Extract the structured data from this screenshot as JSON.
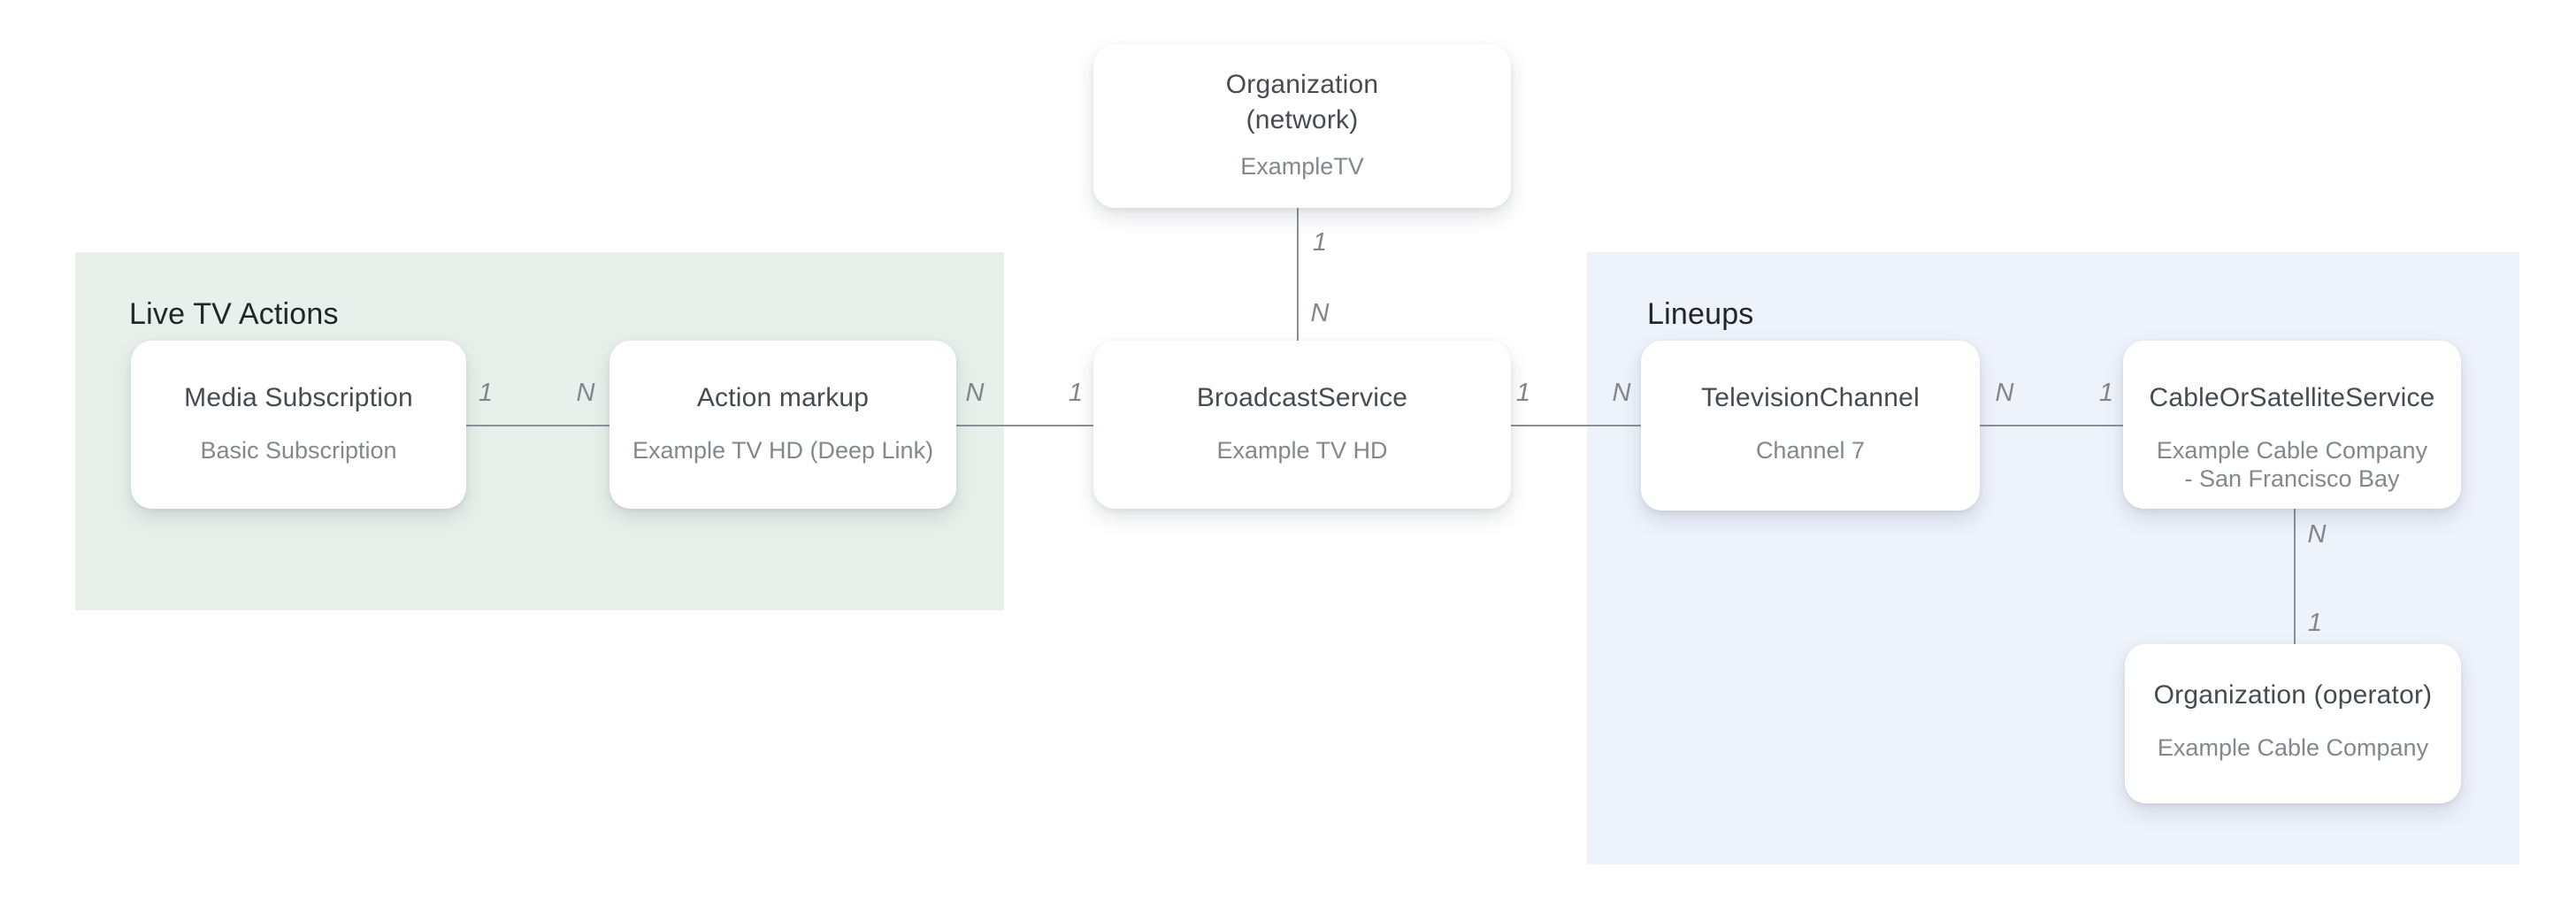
{
  "diagram_type": "entity-relationship",
  "groups": {
    "live_tv_actions": {
      "label": "Live TV Actions"
    },
    "lineups": {
      "label": "Lineups"
    }
  },
  "nodes": {
    "org_network": {
      "title": "Organization (network)",
      "subtitle": "ExampleTV"
    },
    "media_subscription": {
      "title": "Media Subscription",
      "subtitle": "Basic Subscription"
    },
    "action_markup": {
      "title": "Action markup",
      "subtitle": "Example TV HD (Deep Link)"
    },
    "broadcast_service": {
      "title": "BroadcastService",
      "subtitle": "Example TV HD"
    },
    "television_channel": {
      "title": "TelevisionChannel",
      "subtitle": "Channel 7"
    },
    "cable_or_satellite_service": {
      "title": "CableOrSatelliteService",
      "subtitle": "Example Cable Company - San Francisco Bay"
    },
    "org_operator": {
      "title": "Organization (operator)",
      "subtitle": "Example Cable Company"
    }
  },
  "edges": {
    "media_subscription_to_action_markup": {
      "left_label": "1",
      "right_label": "N"
    },
    "action_markup_to_broadcast_service": {
      "left_label": "N",
      "right_label": "1"
    },
    "org_network_to_broadcast_service": {
      "top_label": "1",
      "bottom_label": "N"
    },
    "broadcast_service_to_television_channel": {
      "left_label": "1",
      "right_label": "N"
    },
    "television_channel_to_cable_or_satellite_service": {
      "left_label": "N",
      "right_label": "1"
    },
    "cable_or_satellite_service_to_org_operator": {
      "top_label": "N",
      "bottom_label": "1"
    }
  },
  "colors": {
    "live_tv_actions_bg": "#e7f0eb",
    "lineups_bg": "#edf2fb",
    "node_bg": "#ffffff",
    "node_title": "#454b50",
    "node_subtitle": "#82888d",
    "group_label": "#21262a",
    "connector": "#8a9095",
    "cardinality_label": "#7f868c",
    "page_bg": "#ffffff"
  }
}
